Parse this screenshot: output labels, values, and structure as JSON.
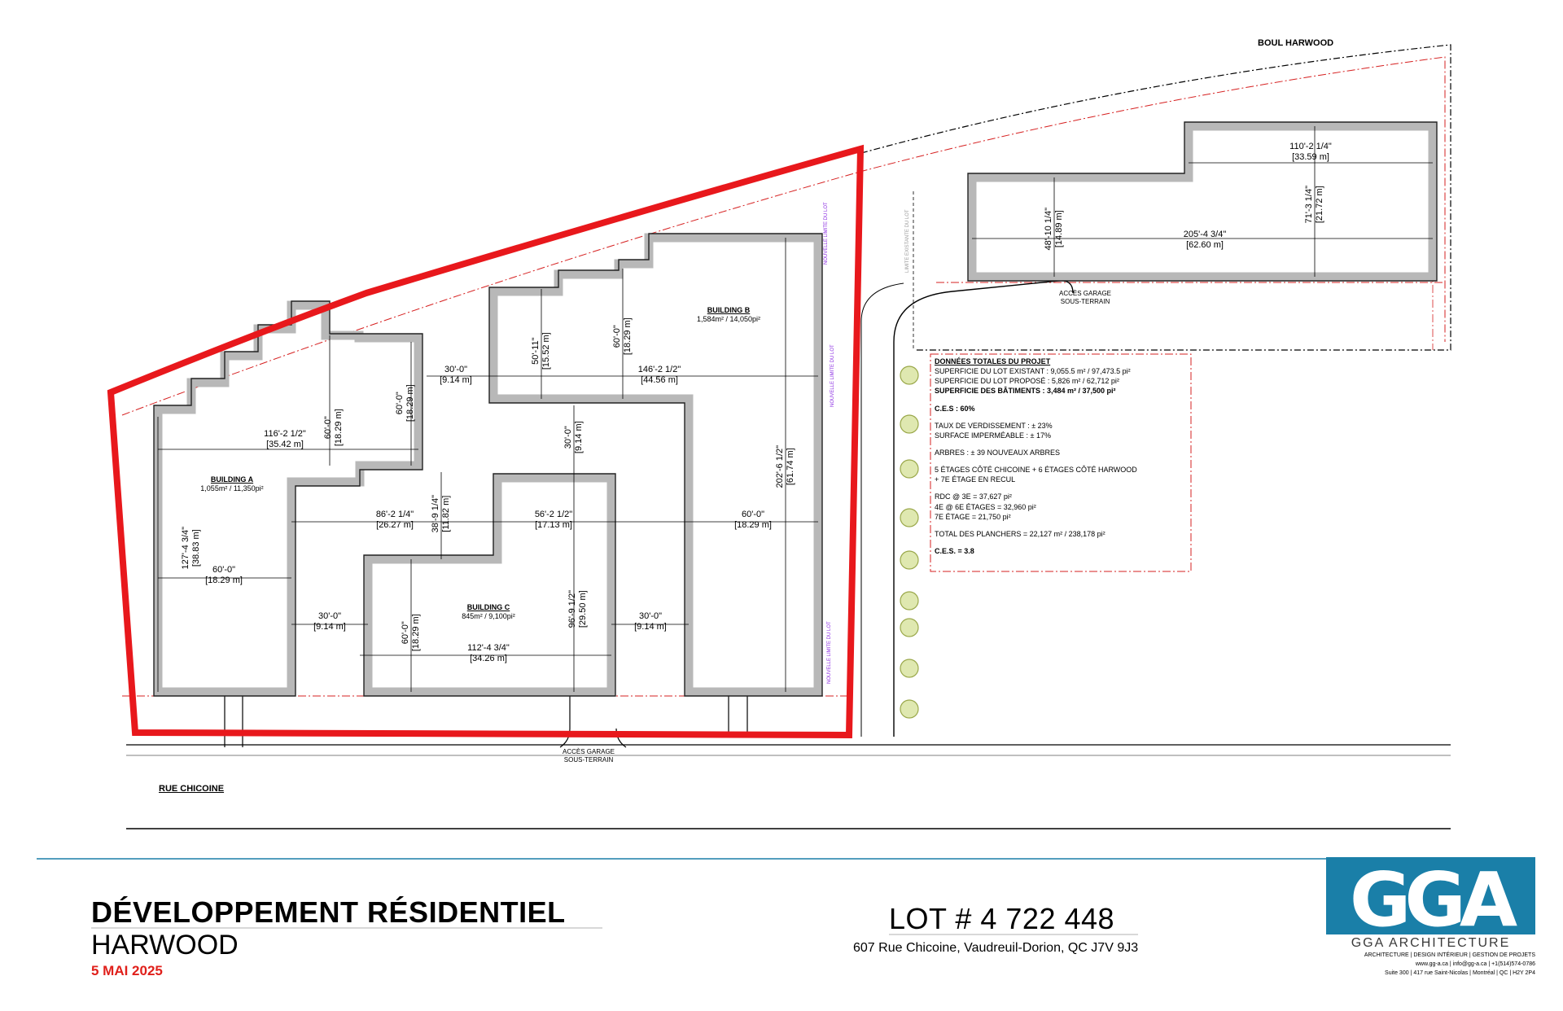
{
  "streets": {
    "north": "BOUL HARWOOD",
    "south": "RUE CHICOINE"
  },
  "garage_access_north": [
    "ACCÈS GARAGE",
    "SOUS-TERRAIN"
  ],
  "garage_access_south": [
    "ACCÈS GARAGE",
    "SOUS-TERRAIN"
  ],
  "lot_limit_labels": {
    "new": "NOUVELLE LIMITE DU LOT",
    "existing": "LIMITE EXISTANTE DU LOT"
  },
  "buildings": {
    "a": {
      "name": "BUILDING A",
      "area": "1,055m² / 11,350pi²"
    },
    "b": {
      "name": "BUILDING B",
      "area": "1,584m² / 14,050pi²"
    },
    "c": {
      "name": "BUILDING C",
      "area": "845m² / 9,100pi²"
    }
  },
  "dimensions": {
    "a_top": [
      "116'-2 1/2\"",
      "[35.42 m]"
    ],
    "a_width": [
      "60'-0\"",
      "[18.29 m]"
    ],
    "a_height": [
      "127'-4 3/4\"",
      "[38.83 m]"
    ],
    "a_step1": [
      "60'-0\"",
      "[18.29 m]"
    ],
    "a_step2": [
      "60'-0\"",
      "[18.29 m]"
    ],
    "ab_gap": [
      "30'-0\"",
      "[9.14 m]"
    ],
    "b_long": [
      "146'-2 1/2\"",
      "[44.56 m]"
    ],
    "b_left": [
      "50'-11\"",
      "[15.52 m]"
    ],
    "b_mid": [
      "60'-0\"",
      "[18.29 m]"
    ],
    "b_height": [
      "202'-6 1/2\"",
      "[61.74 m]"
    ],
    "b_width": [
      "60'-0\"",
      "[18.29 m]"
    ],
    "bc_vgap": [
      "30'-0\"",
      "[9.14 m]"
    ],
    "span_86": [
      "86'-2 1/4\"",
      "[26.27 m]"
    ],
    "v_38": [
      "38'-9 1/4\"",
      "[11.82 m]"
    ],
    "c_top": [
      "56'-2 1/2\"",
      "[17.13 m]"
    ],
    "c_height": [
      "96'-9 1/2\"",
      "[29.50 m]"
    ],
    "c_left": [
      "60'-0\"",
      "[18.29 m]"
    ],
    "c_width": [
      "112'-4 3/4\"",
      "[34.26 m]"
    ],
    "ac_gap": [
      "30'-0\"",
      "[9.14 m]"
    ],
    "cb_gap": [
      "30'-0\"",
      "[9.14 m]"
    ],
    "n_top": [
      "110'-2 1/4\"",
      "[33.59 m]"
    ],
    "n_long": [
      "205'-4 3/4\"",
      "[62.60 m]"
    ],
    "n_left": [
      "48'-10 1/4\"",
      "[14.89 m]"
    ],
    "n_right": [
      "71'-3 1/4\"",
      "[21.72 m]"
    ]
  },
  "project_data": {
    "title": "DONNÉES TOTALES DU PROJET",
    "lines": [
      "SUPERFICIE DU LOT EXISTANT : 9,055.5 m² / 97,473.5 pi²",
      "SUPERFICIE DU LOT PROPOSÉ : 5,826 m² / 62,712 pi²"
    ],
    "bold_line": "SUPERFICIE DES BÂTIMENTS : 3,484 m² / 37,500 pi²",
    "ces": "C.E.S : 60%",
    "verdissement": "TAUX DE VERDISSEMENT : ± 23%",
    "impermeable": "SURFACE IMPERMÉABLE : ± 17%",
    "arbres": "ARBRES : ± 39 NOUVEAUX ARBRES",
    "etages_1": "5 ÉTAGES CÔTÉ CHICOINE + 6 ÉTAGES CÔTÉ HARWOOD",
    "etages_2": "+ 7E ÉTAGE EN RECUL",
    "rdc": "RDC @ 3E = 37,627 pi²",
    "e4": "4E @ 6E ÉTAGES = 32,960 pi²",
    "e7": "7E ÉTAGE = 21,750 pi²",
    "total": "TOTAL DES PLANCHERS = 22,127 m² / 238,178 pi²",
    "ces2": "C.E.S. = 3.8"
  },
  "footer": {
    "title": "DÉVELOPPEMENT RÉSIDENTIEL",
    "subtitle": "HARWOOD",
    "date": "5 MAI 2025",
    "lot": "LOT # 4 722 448",
    "address": "607 Rue Chicoine, Vaudreuil-Dorion, QC J7V 9J3"
  },
  "logo": {
    "mark": "GGA",
    "name": "GGA ARCHITECTURE",
    "line2": "ARCHITECTURE | DESIGN INTÉRIEUR | GESTION DE PROJETS",
    "line3": "www.gg-a.ca | info@gg-a.ca | +1(514)574-0786",
    "line4": "Suite 300 | 417 rue Saint-Nicolas | Montréal | QC | H2Y 2P4"
  },
  "colors": {
    "lot_outline": "#e8181c",
    "wall_fill": "#b8b8b8",
    "dashed_red": "#d62020",
    "brand_blue": "#1a7fa8"
  }
}
